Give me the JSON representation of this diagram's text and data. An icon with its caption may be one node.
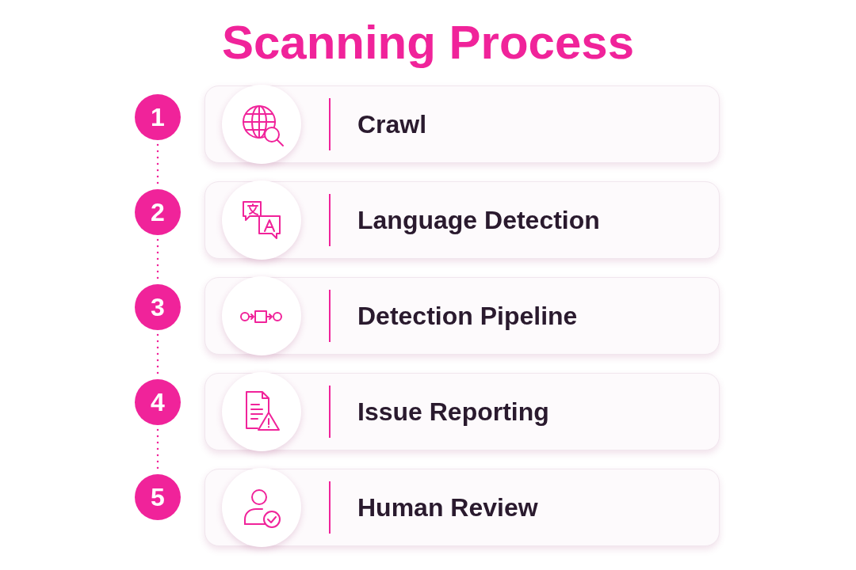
{
  "diagram": {
    "title": "Scanning Process",
    "nodes": [
      {
        "text": [
          "1"
        ]
      },
      {
        "text": [
          "Crawl"
        ]
      },
      {
        "text": [
          "2"
        ]
      },
      {
        "text": [
          "Language Detection"
        ]
      },
      {
        "text": [
          "3"
        ]
      },
      {
        "text": [
          "Detection Pipeline"
        ]
      },
      {
        "text": [
          "4"
        ]
      },
      {
        "text": [
          "Issue Reporting"
        ]
      },
      {
        "text": [
          "5"
        ]
      },
      {
        "text": [
          "Human Review"
        ]
      }
    ],
    "edges": [
      {
        "from": 0,
        "to": 2,
        "arrow": "none",
        "style": "dashed"
      },
      {
        "from": 2,
        "to": 4,
        "arrow": "none",
        "style": "dashed"
      },
      {
        "from": 4,
        "to": 6,
        "arrow": "none",
        "style": "dashed"
      },
      {
        "from": 6,
        "to": 8,
        "arrow": "none",
        "style": "dashed"
      }
    ]
  }
}
